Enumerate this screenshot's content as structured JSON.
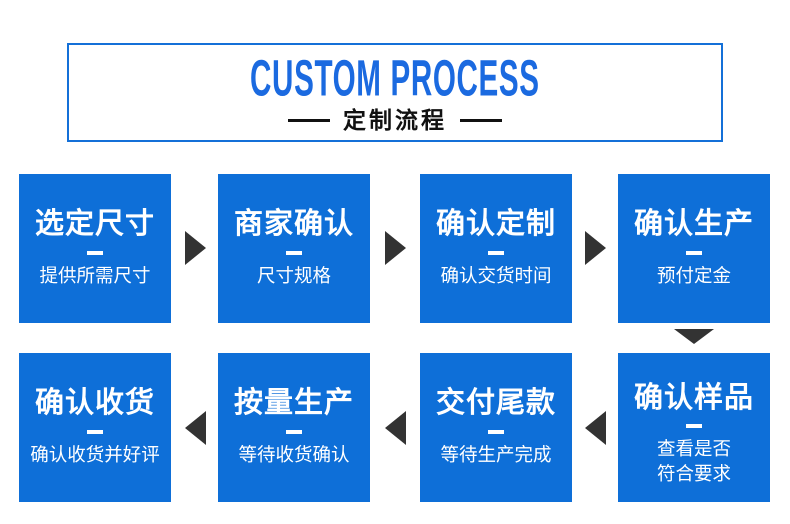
{
  "header": {
    "title_en": "CUSTOM PROCESS",
    "title_cn": "定制流程"
  },
  "colors": {
    "box_blue": "#0e6fd8",
    "border_blue": "#1470d8",
    "title_blue": "#1b6ae0",
    "arrow_dark": "#333333",
    "text_white": "#ffffff",
    "subtitle_black": "#111111"
  },
  "icons": {
    "arrow_right": "arrow-right-icon",
    "arrow_left": "arrow-left-icon",
    "arrow_down": "arrow-down-icon"
  },
  "steps": [
    {
      "row": 1,
      "order": 1,
      "title": "选定尺寸",
      "subtitle": "提供所需尺寸"
    },
    {
      "row": 1,
      "order": 2,
      "title": "商家确认",
      "subtitle": "尺寸规格"
    },
    {
      "row": 1,
      "order": 3,
      "title": "确认定制",
      "subtitle": "确认交货时间"
    },
    {
      "row": 1,
      "order": 4,
      "title": "确认生产",
      "subtitle": "预付定金"
    },
    {
      "row": 2,
      "order": 5,
      "title": "确认收货",
      "subtitle": "确认收货并好评"
    },
    {
      "row": 2,
      "order": 6,
      "title": "按量生产",
      "subtitle": "等待收货确认"
    },
    {
      "row": 2,
      "order": 7,
      "title": "交付尾款",
      "subtitle": "等待生产完成"
    },
    {
      "row": 2,
      "order": 8,
      "title": "确认样品",
      "subtitle": "查看是否\n符合要求"
    }
  ]
}
